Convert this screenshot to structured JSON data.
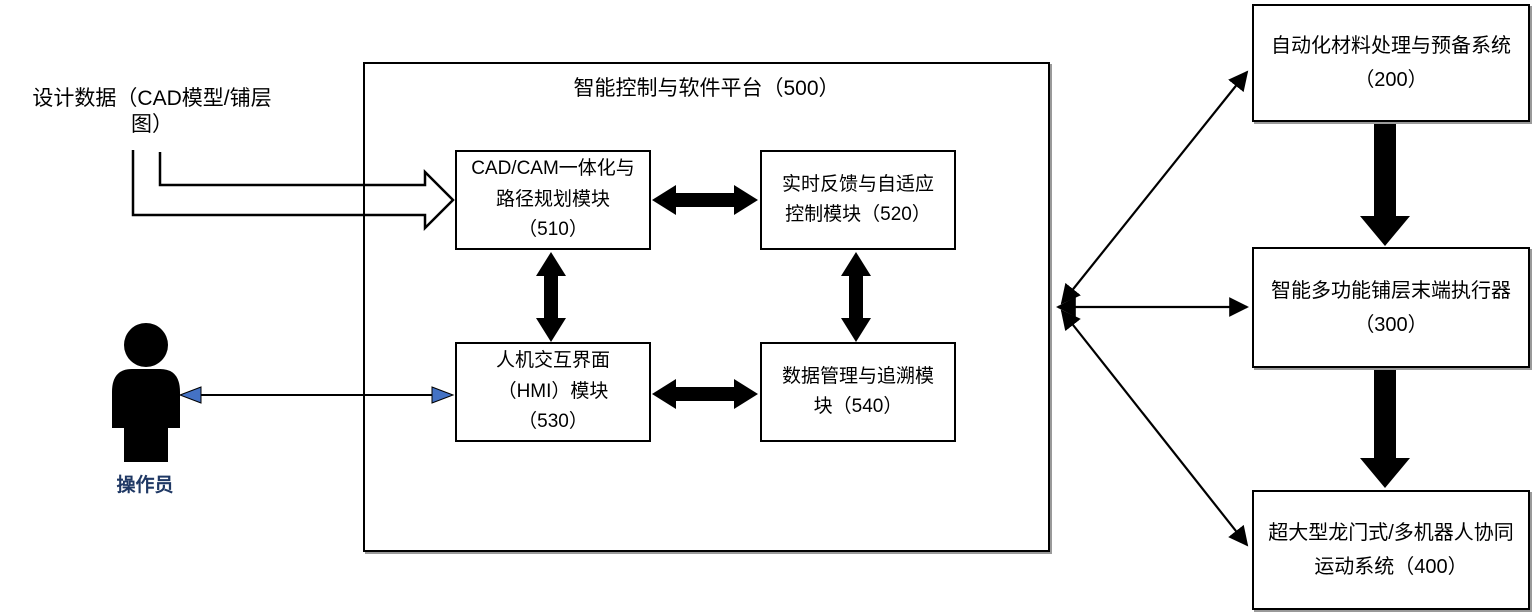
{
  "diagram": {
    "design_data_label": "设计数据（CAD模型/铺层\n图）",
    "operator_label": "操作员",
    "platform": {
      "title": "智能控制与软件平台（500）",
      "modules": [
        {
          "id": "510",
          "label": "CAD/CAM一体化与\n路径规划模块\n（510）"
        },
        {
          "id": "520",
          "label": "实时反馈与自适应\n控制模块（520）"
        },
        {
          "id": "530",
          "label": "人机交互界面\n（HMI）模块\n（530）"
        },
        {
          "id": "540",
          "label": "数据管理与追溯模\n块（540）"
        }
      ]
    },
    "external_systems": [
      {
        "id": "200",
        "label": "自动化材料处理与预备系统\n（200）"
      },
      {
        "id": "300",
        "label": "智能多功能铺层末端执行器\n（300）"
      },
      {
        "id": "400",
        "label": "超大型龙门式/多机器人协同\n运动系统（400）"
      }
    ],
    "colors": {
      "line": "#000000",
      "operator_arrowhead_fill": "#4472c4",
      "operator_label_color": "#1f3864"
    }
  }
}
